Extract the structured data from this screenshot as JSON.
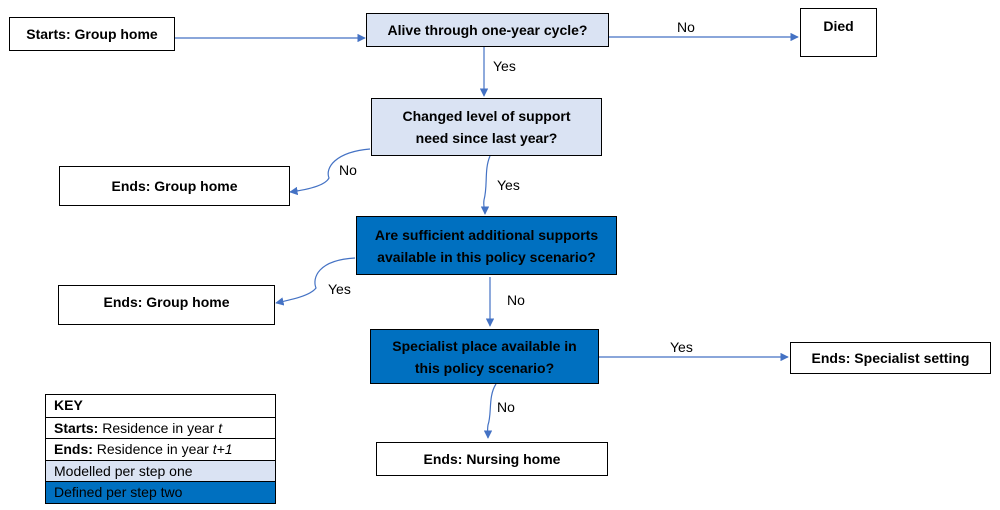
{
  "colors": {
    "light_fill": "#dae3f3",
    "dark_fill": "#0070c0",
    "arrow": "#4472c4"
  },
  "nodes": {
    "start": "Starts: Group home",
    "alive": "Alive through one-year cycle?",
    "died": "Died",
    "changed": "Changed level of support need since last year?",
    "ends_group_home_1": "Ends: Group home",
    "sufficient": "Are sufficient additional supports available in this policy scenario?",
    "ends_group_home_2": "Ends: Group home",
    "specialist": "Specialist place available in this policy scenario?",
    "ends_specialist": "Ends: Specialist setting",
    "ends_nursing": "Ends: Nursing home"
  },
  "edges": {
    "alive_died": "No",
    "alive_changed": "Yes",
    "changed_ends": "No",
    "changed_sufficient": "Yes",
    "sufficient_ends": "Yes",
    "sufficient_specialist": "No",
    "specialist_ends": "Yes",
    "specialist_nursing": "No"
  },
  "key": {
    "title": "KEY",
    "starts_term": "Starts:",
    "starts_text": "Residence in year",
    "starts_var": "t",
    "ends_term": "Ends:",
    "ends_text": "Residence in year",
    "ends_var": "t+1",
    "light_label": "Modelled per step one",
    "dark_label": "Defined per step two"
  }
}
